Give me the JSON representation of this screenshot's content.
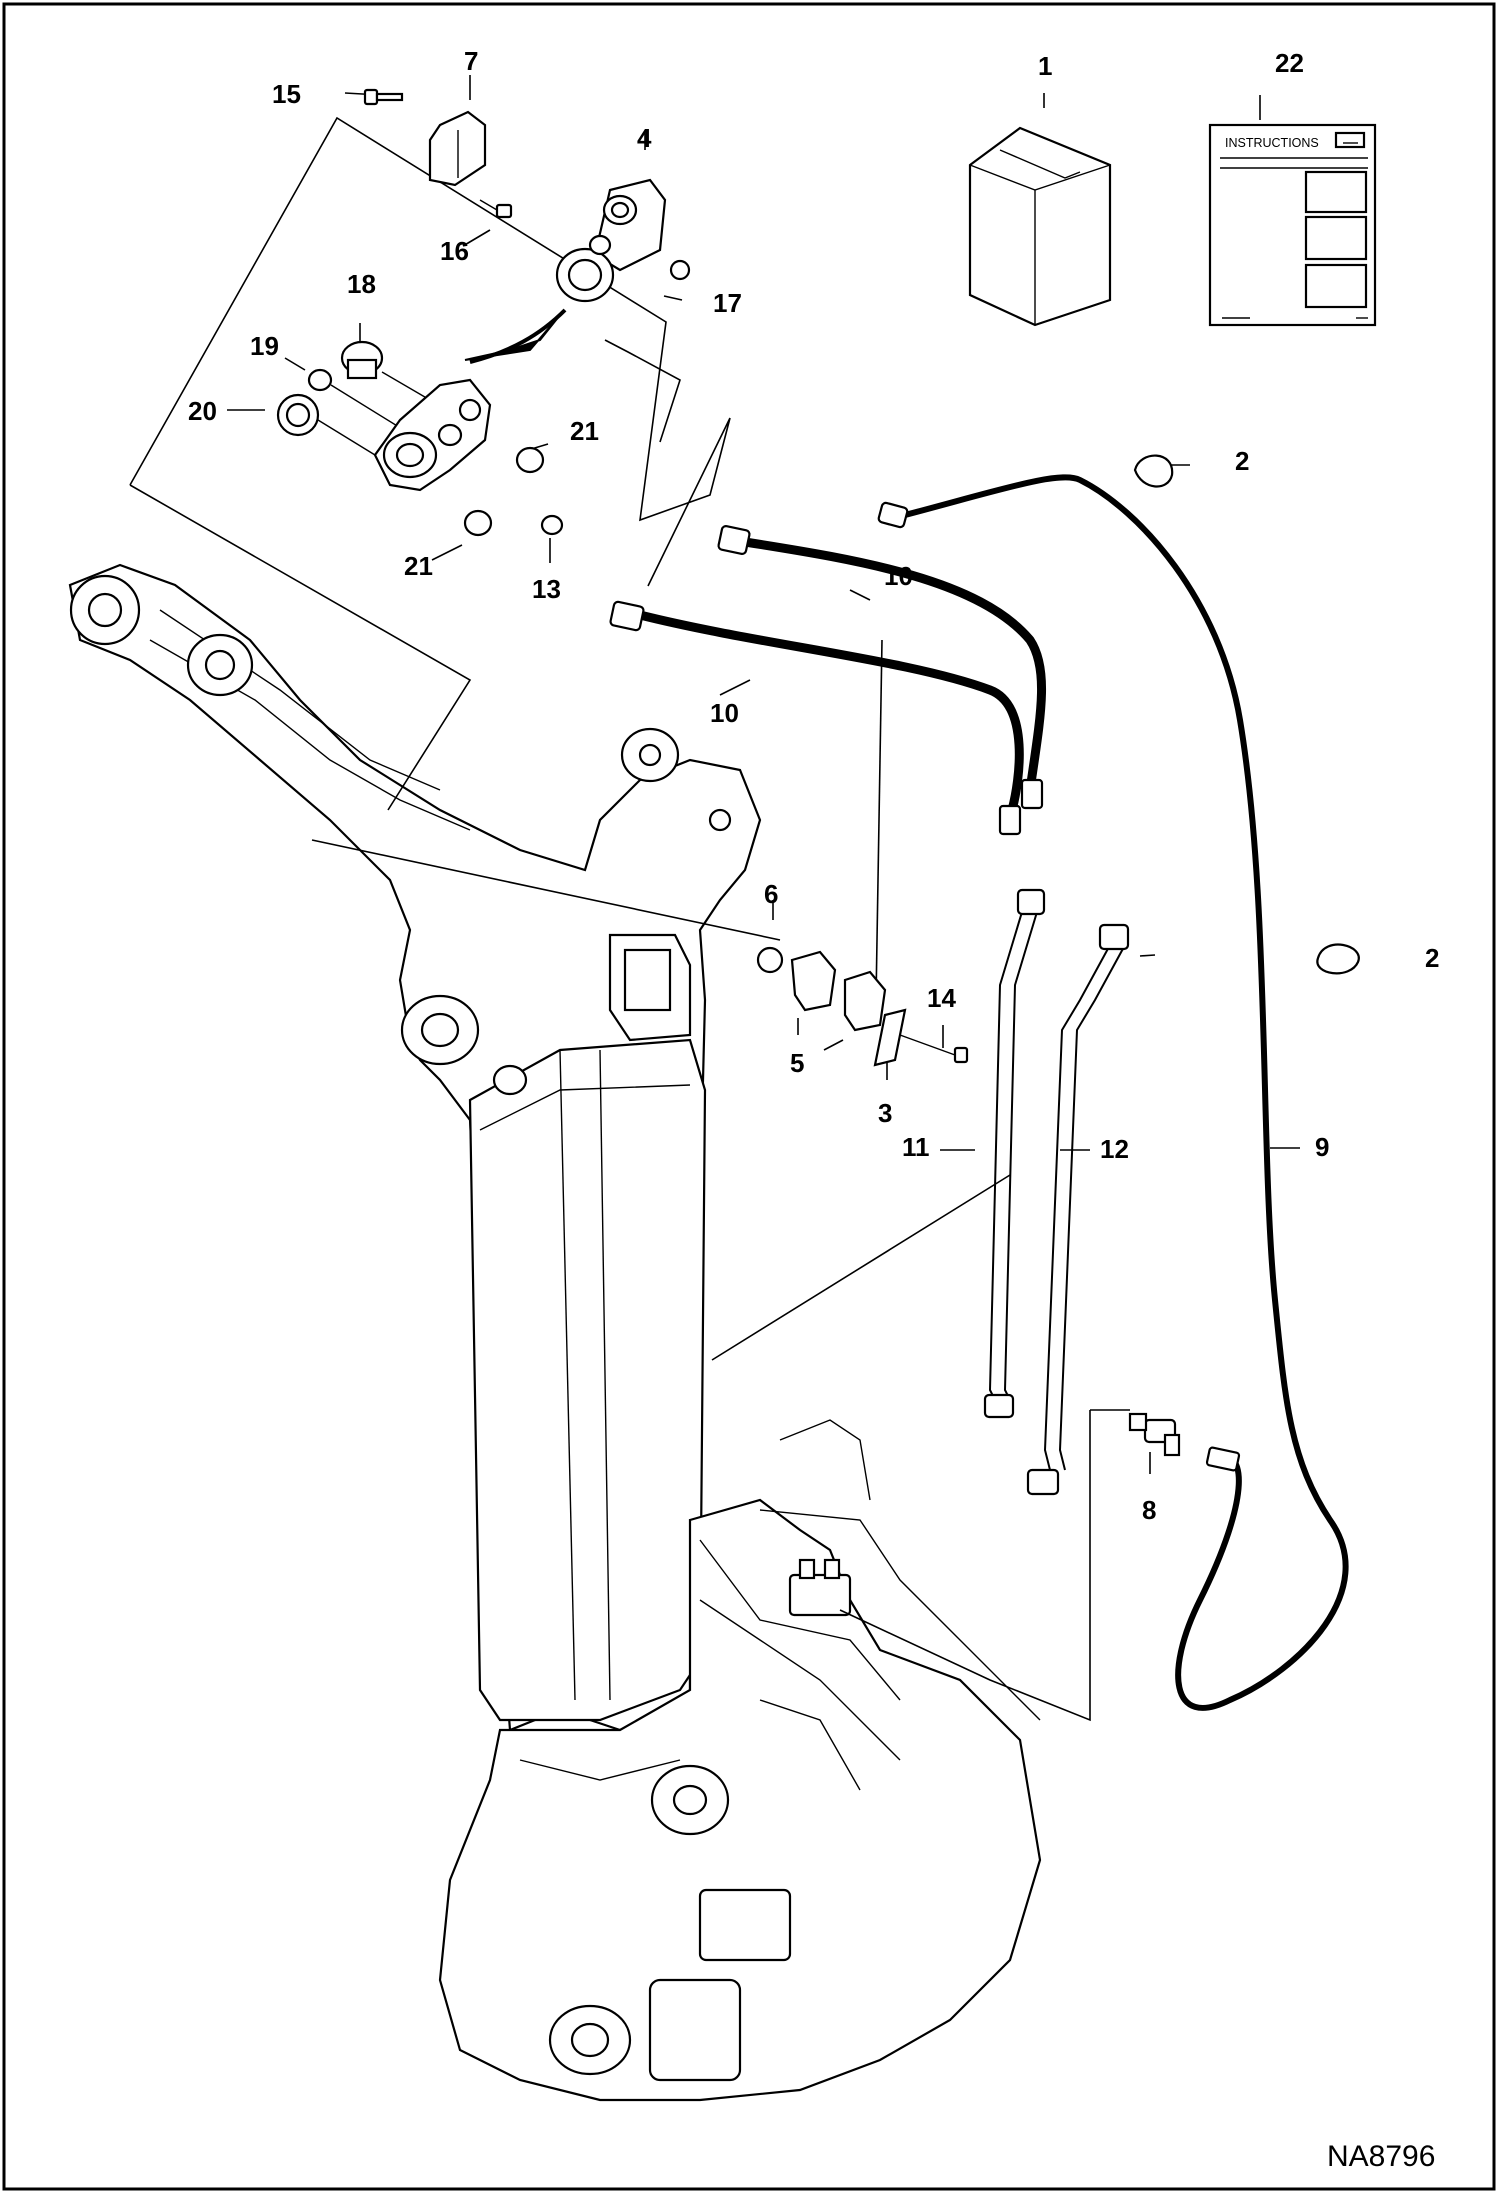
{
  "callouts": {
    "c1": "1",
    "c2a": "2",
    "c2b": "2",
    "c3": "3",
    "c4": "4",
    "c5": "5",
    "c6": "6",
    "c7": "7",
    "c8": "8",
    "c9": "9",
    "c10a": "10",
    "c10b": "10",
    "c11": "11",
    "c12": "12",
    "c13": "13",
    "c14": "14",
    "c15": "15",
    "c16": "16",
    "c17": "17",
    "c18": "18",
    "c19": "19",
    "c20": "20",
    "c21a": "21",
    "c21b": "21",
    "c22": "22"
  },
  "instructions_label": "INSTRUCTIONS",
  "drawing_code": "NA8796"
}
